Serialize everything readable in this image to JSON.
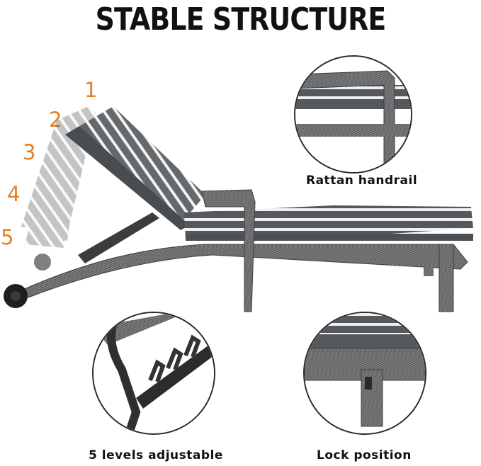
{
  "title": "STABLE STRUCTURE",
  "levels": [
    "1",
    "2",
    "3",
    "4",
    "5"
  ],
  "captions": {
    "handrail": "Rattan handrail",
    "adjustable": "5 levels adjustable",
    "lock": "Lock position"
  },
  "colors": {
    "accent_orange": "#e6801f",
    "rattan": "#5f6162",
    "cushion_gray": "#5a5c60",
    "stripe_white": "#f2f2f2"
  }
}
